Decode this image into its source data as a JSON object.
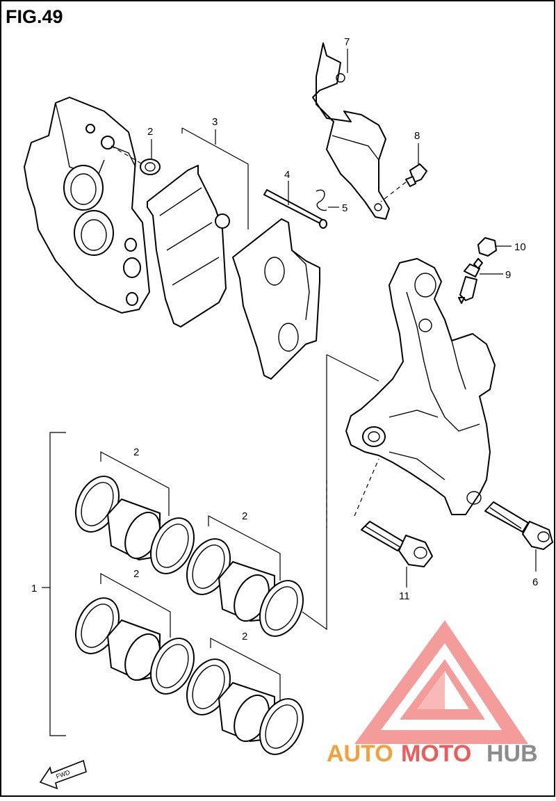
{
  "figure": {
    "title": "FIG.49"
  },
  "callouts": {
    "c1": "1",
    "c2a": "2",
    "c2b": "2",
    "c2c": "2",
    "c2d": "2",
    "c2e": "2",
    "c3": "3",
    "c4": "4",
    "c5": "5",
    "c6": "6",
    "c7": "7",
    "c8": "8",
    "c9": "9",
    "c10": "10",
    "c11": "11"
  },
  "fwd_label": "FWD",
  "watermark": {
    "part1": "AUTO",
    "part2": "MOTO",
    "part3": "HUB",
    "color_auto": "#f7a03a",
    "color_moto": "#f25a57",
    "color_hub": "#8c8c8c",
    "logo_color": "#f28b88"
  }
}
